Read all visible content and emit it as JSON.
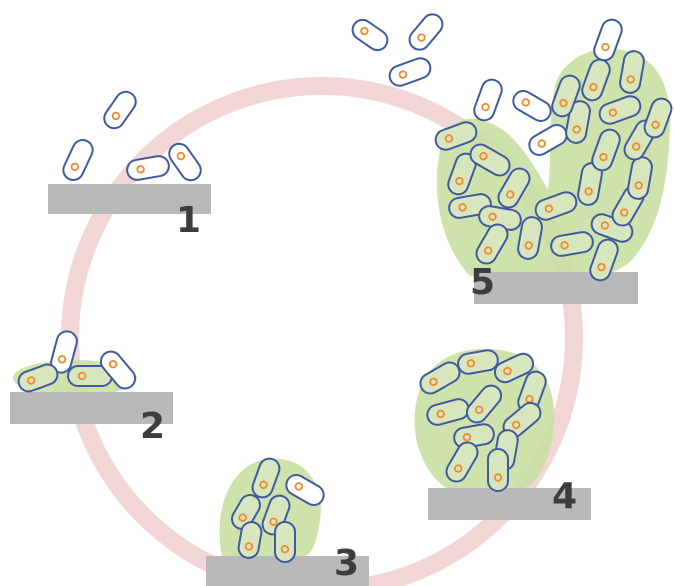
{
  "stages": [
    {
      "number": "1"
    },
    {
      "number": "2"
    },
    {
      "number": "3"
    },
    {
      "number": "4"
    },
    {
      "number": "5"
    }
  ],
  "colors": {
    "cycle_ring": "#f2d6d6",
    "platform": "#b9b9b9",
    "matrix": "#c9dfa3",
    "bacterium_outline": "#3f5aa0",
    "bacterium_dot": "#f08a2c",
    "label": "#3d3d3d"
  }
}
